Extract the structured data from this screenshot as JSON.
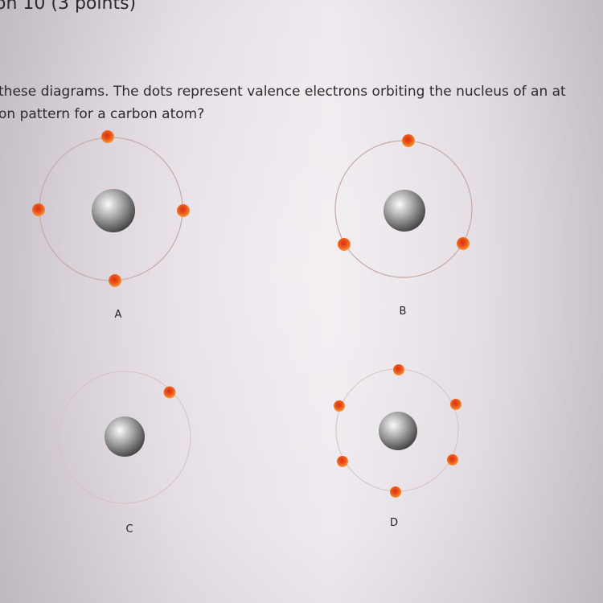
{
  "question": {
    "title": "on 10 (3 points)",
    "text_line1": "these diagrams. The dots represent valence electrons orbiting the nucleus of an at",
    "text_line2": "on pattern for a carbon atom?"
  },
  "options": [
    {
      "label": "A",
      "electrons": 4
    },
    {
      "label": "B",
      "electrons": 3
    },
    {
      "label": "C",
      "electrons": 1
    },
    {
      "label": "D",
      "electrons": 6
    }
  ],
  "colors": {
    "electron": "#e8651e",
    "electron_core": "#d02010",
    "orbit": "#c9a9a4",
    "nucleus": "#777777"
  }
}
